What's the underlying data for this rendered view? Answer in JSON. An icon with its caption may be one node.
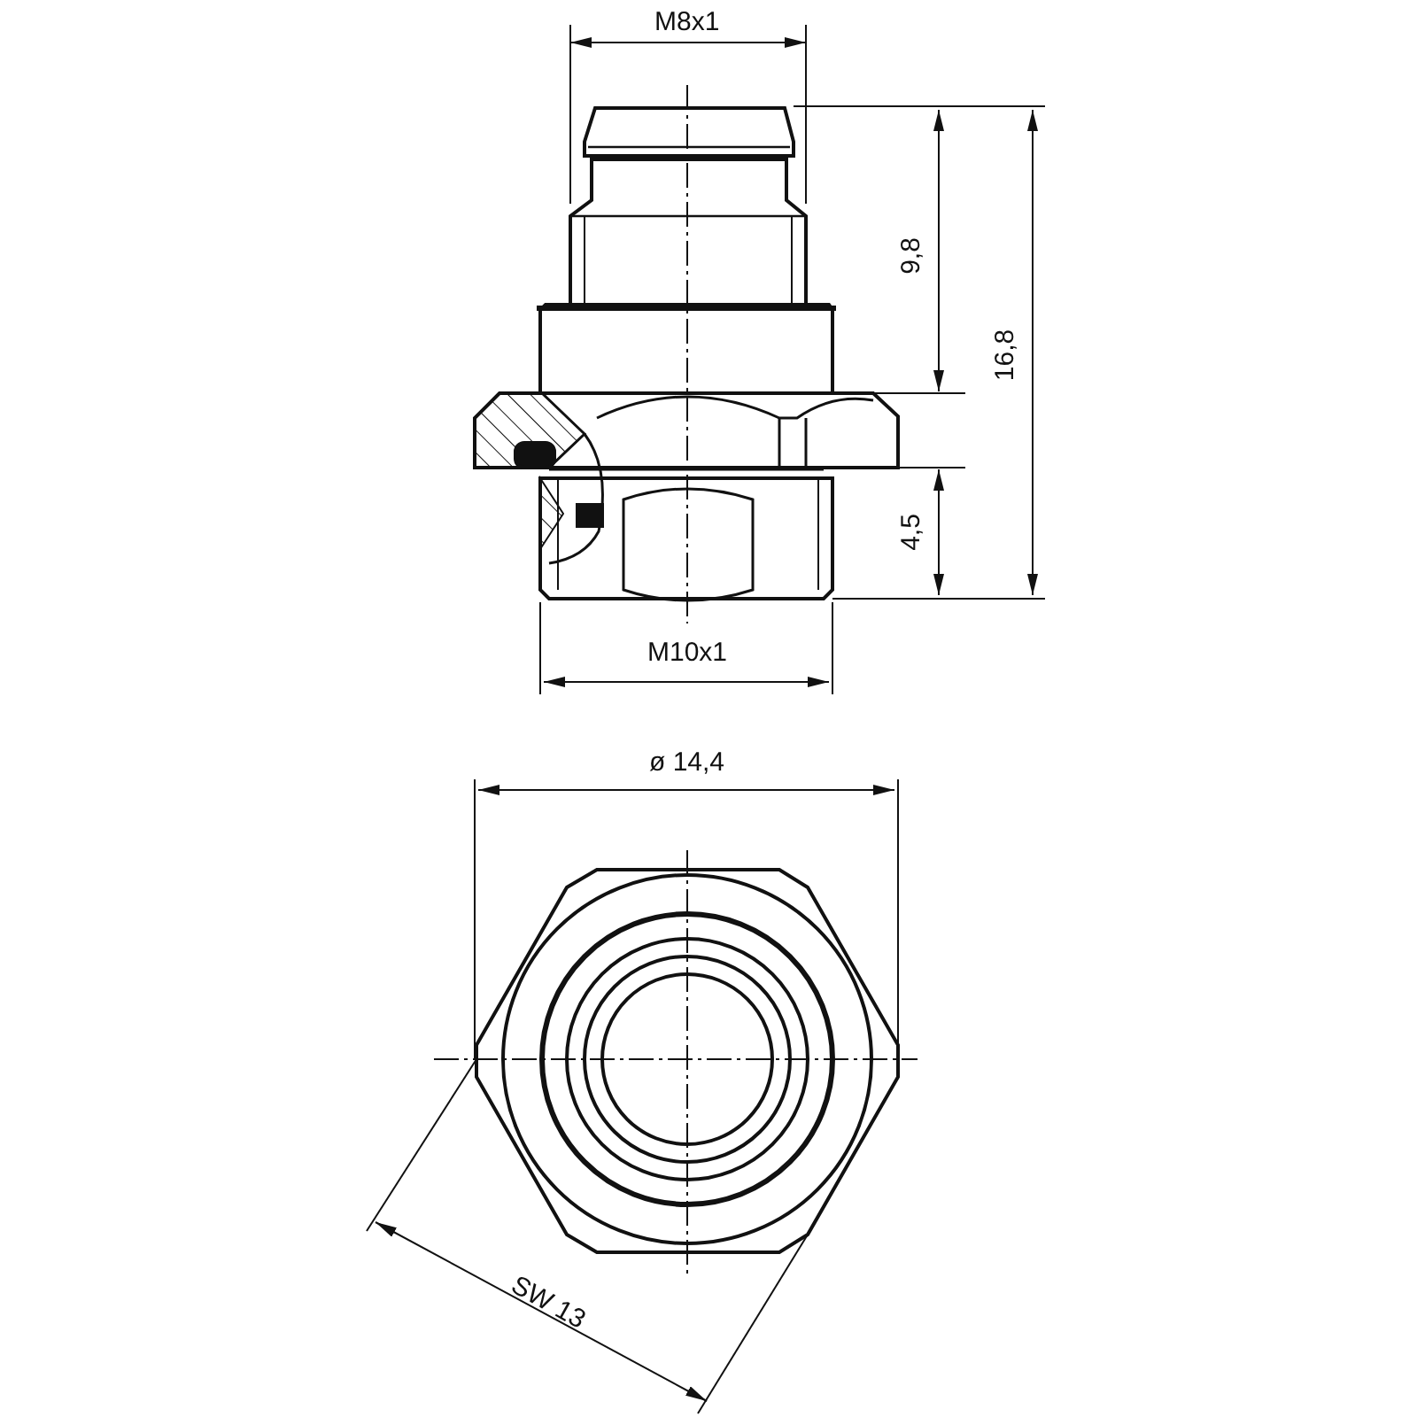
{
  "diagram": {
    "labels": [
      "M8x1",
      "9,8",
      "16,8",
      "4,5",
      "M10x1",
      "ø 14,4",
      "SW 13"
    ]
  }
}
